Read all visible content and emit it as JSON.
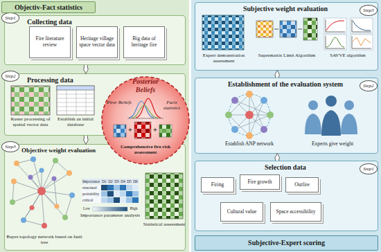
{
  "diagram": {
    "nodes": [
      {
        "text": [
          "Objectiv-Fact statistics"
        ]
      },
      {
        "text": [
          "Collecting data"
        ],
        "in": 0
      },
      {
        "text": [
          "Step1"
        ],
        "in": 1
      },
      {
        "text": [
          "Fire literature review"
        ],
        "in": 1
      },
      {
        "text": [
          "Heritage village space vector data"
        ],
        "in": 1
      },
      {
        "text": [
          "Big data of heritage fire"
        ],
        "in": 1
      },
      {
        "text": [
          "Processing data"
        ],
        "in": 0
      },
      {
        "text": [
          "Step2"
        ],
        "in": 6
      },
      {
        "text": [
          "Objective weight evaluation"
        ],
        "in": 0
      },
      {
        "text": [
          "Step3"
        ],
        "in": 8
      },
      {
        "text": [
          "Subjective-Expert scoring"
        ]
      },
      {
        "text": [
          "Subjective weight evaluation"
        ],
        "in": 10
      },
      {
        "text": [
          "Step3"
        ],
        "in": 11
      },
      {
        "text": [
          "Establishment of the evaluation system"
        ],
        "in": 10
      },
      {
        "text": [
          "Step2"
        ],
        "in": 13
      },
      {
        "text": [
          "Selection data"
        ],
        "in": 10
      },
      {
        "text": [
          "Step1"
        ],
        "in": 15
      },
      {
        "text": [
          "Firing"
        ],
        "in": 15
      },
      {
        "text": [
          "Fire growth"
        ],
        "in": 15
      },
      {
        "text": [
          "Outfire"
        ],
        "in": 15
      },
      {
        "text": [
          "Cultural value"
        ],
        "in": 15
      },
      {
        "text": [
          "Space accessibility"
        ],
        "in": 15
      },
      {
        "text": [
          "Posterior Beliefs",
          "Piror Beliefs",
          "Facts statistics",
          "Comprehensive fire risk assessment"
        ]
      }
    ],
    "edges": [
      {
        "from": 1,
        "to": 6,
        "arrow": "to"
      },
      {
        "from": 6,
        "to": 8,
        "arrow": "to"
      },
      {
        "from": 15,
        "to": 13,
        "arrow": "to"
      },
      {
        "from": 13,
        "to": 11,
        "arrow": "to"
      }
    ],
    "labels": [
      "Raster processing of spatial vector data",
      "Establish an initial database",
      "Bayes topology network based on fault tree",
      "Importance",
      "D1",
      "D2",
      "D3",
      "D4",
      "D5",
      "D6",
      "structural",
      "probability",
      "critical",
      "Low",
      "High",
      "Importance parameter analysis",
      "Statistical assessment",
      "+",
      "+",
      "Expert demonstration assessment",
      "Supermatrix Limit Algorithm",
      "SAVVE algorithm",
      "Establish ANP network",
      "Experts give weight"
    ]
  }
}
